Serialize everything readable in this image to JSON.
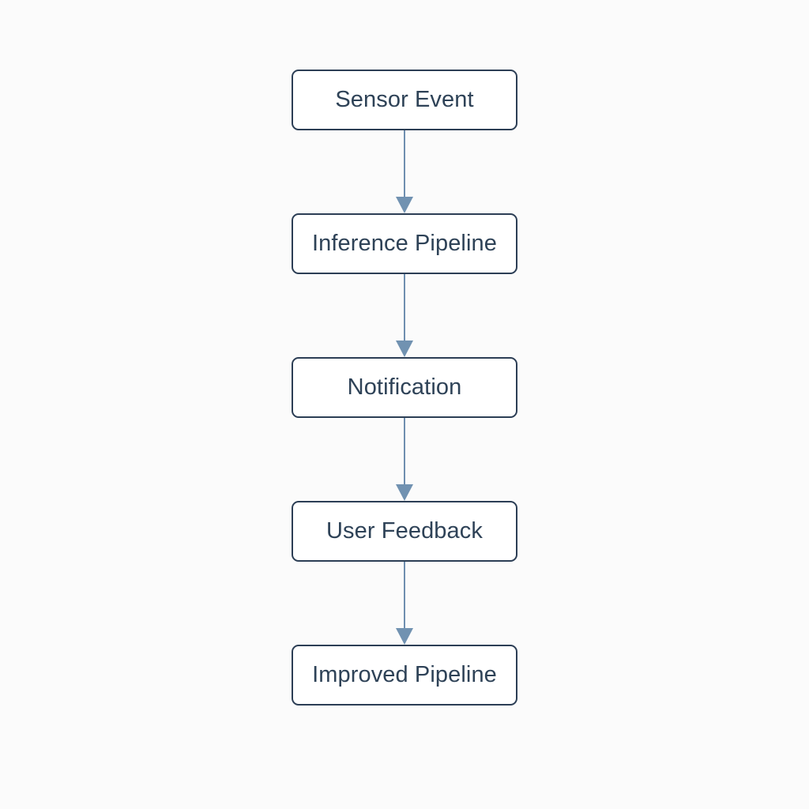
{
  "diagram": {
    "type": "flowchart",
    "orientation": "top-to-bottom",
    "background_color": "#fbfbfb",
    "node_border_color": "#2c3e55",
    "node_fill_color": "#ffffff",
    "node_text_color": "#2e4257",
    "arrow_color": "#7192b1",
    "nodes": [
      {
        "id": "sensor-event",
        "label": "Sensor Event"
      },
      {
        "id": "inference-pipeline",
        "label": "Inference Pipeline"
      },
      {
        "id": "notification",
        "label": "Notification"
      },
      {
        "id": "user-feedback",
        "label": "User Feedback"
      },
      {
        "id": "improved-pipeline",
        "label": "Improved Pipeline"
      }
    ],
    "edges": [
      {
        "id": "edge-1",
        "from": "sensor-event",
        "to": "inference-pipeline",
        "label": ""
      },
      {
        "id": "edge-2",
        "from": "inference-pipeline",
        "to": "notification",
        "label": ""
      },
      {
        "id": "edge-3",
        "from": "notification",
        "to": "user-feedback",
        "label": ""
      },
      {
        "id": "edge-4",
        "from": "user-feedback",
        "to": "improved-pipeline",
        "label": ""
      }
    ]
  }
}
